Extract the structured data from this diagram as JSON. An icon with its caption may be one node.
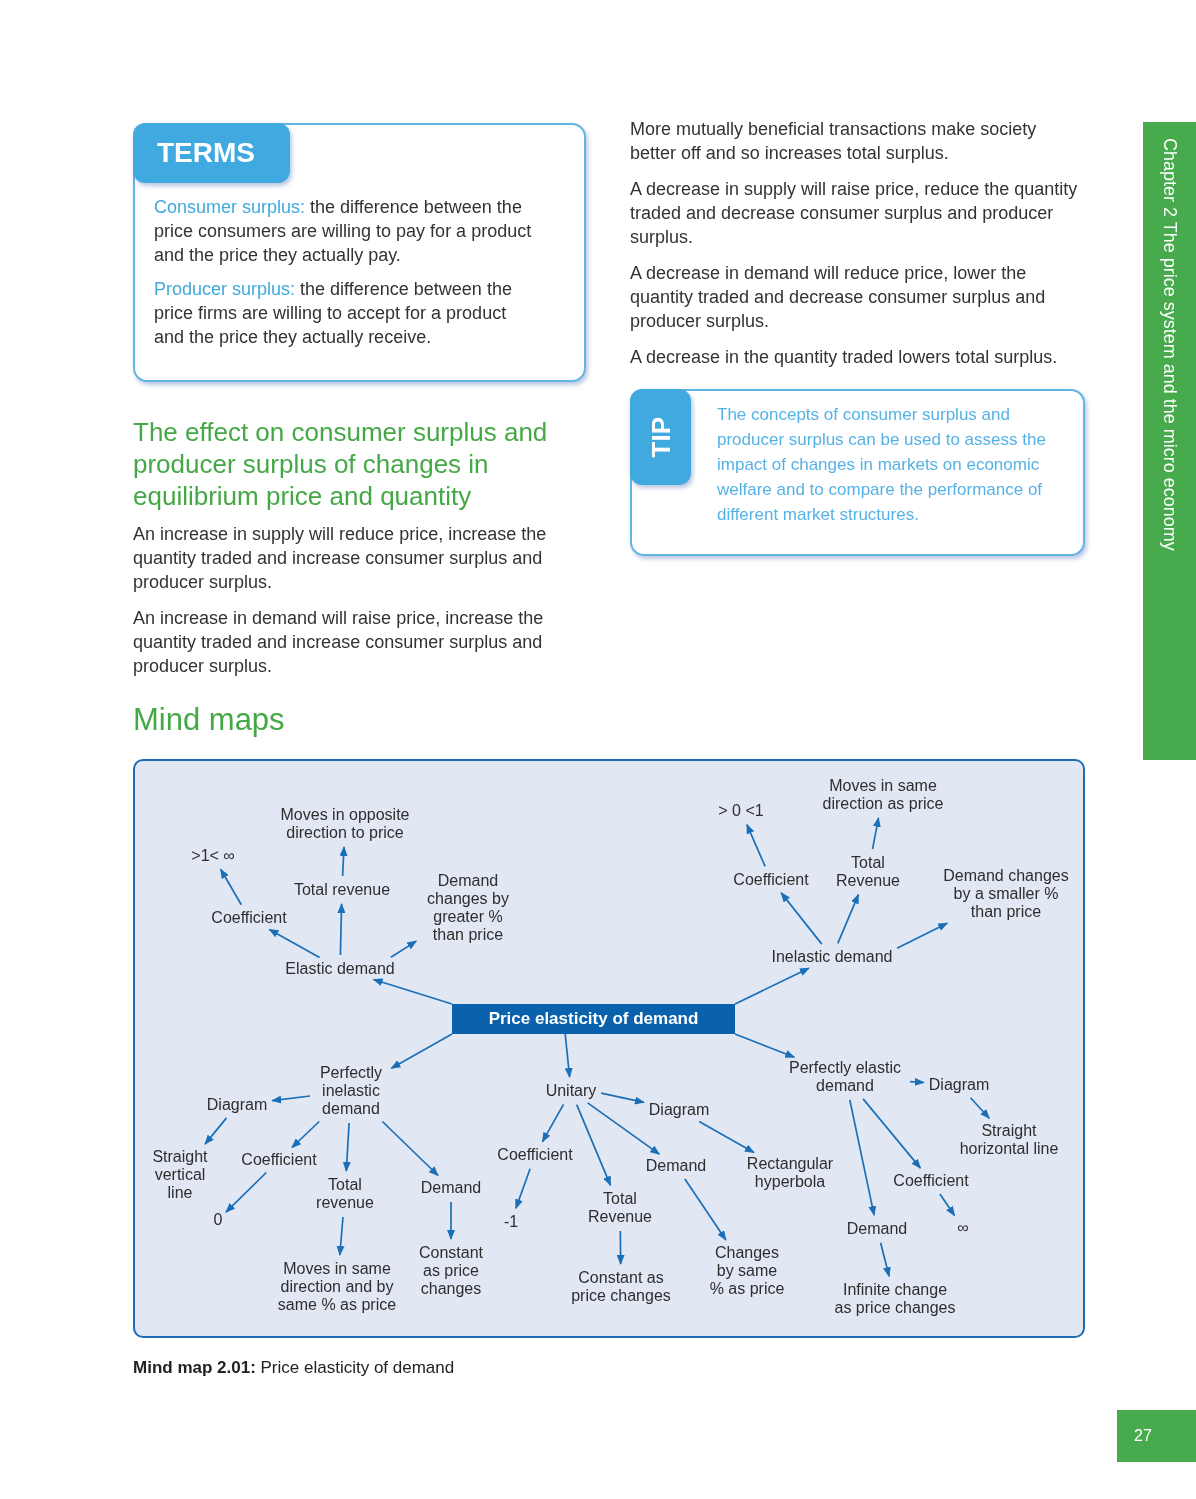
{
  "diagram": {
    "title": "Mind maps",
    "caption": "**Mind map 2.01:** Price elasticity of demand",
    "nodes": [
      {
        "text": [
          "TERMS",
          "**Consumer surplus:** the difference between the price consumers are willing to pay for a product and the price they actually pay.",
          "**Producer surplus:** the difference between the price firms are willing to accept for a product and the price they actually receive."
        ]
      },
      {
        "text": [
          "TIP",
          "The concepts of consumer surplus and producer surplus can be used to assess the impact of changes in markets on economic welfare and to compare the performance of different market structures."
        ]
      },
      {
        "text": [
          "Chapter 2 The price system and the micro economy"
        ]
      },
      {
        "text": [],
        "shape": "box"
      },
      {
        "text": [
          "Price elasticity of demand"
        ],
        "in": 3
      },
      {
        "text": [
          "Elastic demand"
        ],
        "in": 3
      },
      {
        "text": [
          "Coefficient"
        ],
        "in": 3
      },
      {
        "text": [
          ">1< ∞"
        ],
        "in": 3
      },
      {
        "text": [
          "Total revenue"
        ],
        "in": 3
      },
      {
        "text": [
          "Moves in opposite direction to price"
        ],
        "in": 3
      },
      {
        "text": [
          "Demand changes by greater % than price"
        ],
        "in": 3
      },
      {
        "text": [
          "Inelastic demand"
        ],
        "in": 3
      },
      {
        "text": [
          "Coefficient"
        ],
        "in": 3
      },
      {
        "text": [
          "> 0 <1"
        ],
        "in": 3
      },
      {
        "text": [
          "Total Revenue"
        ],
        "in": 3
      },
      {
        "text": [
          "Moves in same direction as price"
        ],
        "in": 3
      },
      {
        "text": [
          "Demand changes by a smaller % than price"
        ],
        "in": 3
      },
      {
        "text": [
          "Perfectly inelastic demand"
        ],
        "in": 3
      },
      {
        "text": [
          "Diagram"
        ],
        "in": 3
      },
      {
        "text": [
          "Straight vertical line"
        ],
        "in": 3
      },
      {
        "text": [
          "Coefficient"
        ],
        "in": 3
      },
      {
        "text": [
          "0"
        ],
        "in": 3
      },
      {
        "text": [
          "Total revenue"
        ],
        "in": 3
      },
      {
        "text": [
          "Moves in same direction and by same % as price"
        ],
        "in": 3
      },
      {
        "text": [
          "Demand"
        ],
        "in": 3
      },
      {
        "text": [
          "Constant as price changes"
        ],
        "in": 3
      },
      {
        "text": [
          "Unitary"
        ],
        "in": 3
      },
      {
        "text": [
          "Diagram"
        ],
        "in": 3
      },
      {
        "text": [
          "Rectangular hyperbola"
        ],
        "in": 3
      },
      {
        "text": [
          "Coefficient"
        ],
        "in": 3
      },
      {
        "text": [
          "-1"
        ],
        "in": 3
      },
      {
        "text": [
          "Total Revenue"
        ],
        "in": 3
      },
      {
        "text": [
          "Constant as price changes"
        ],
        "in": 3
      },
      {
        "text": [
          "Demand"
        ],
        "in": 3
      },
      {
        "text": [
          "Changes by same % as price"
        ],
        "in": 3
      },
      {
        "text": [
          "Perfectly elastic demand"
        ],
        "in": 3
      },
      {
        "text": [
          "Diagram"
        ],
        "in": 3
      },
      {
        "text": [
          "Straight horizontal line"
        ],
        "in": 3
      },
      {
        "text": [
          "Coefficient"
        ],
        "in": 3
      },
      {
        "text": [
          "∞"
        ],
        "in": 3
      },
      {
        "text": [
          "Demand"
        ],
        "in": 3
      },
      {
        "text": [
          "Infinite change as price changes"
        ],
        "in": 3
      },
      {
        "text": [
          "27"
        ]
      }
    ],
    "edges": [
      {
        "from": 4,
        "to": 5,
        "arrow": "to"
      },
      {
        "from": 5,
        "to": 6,
        "arrow": "to"
      },
      {
        "from": 6,
        "to": 7,
        "arrow": "to"
      },
      {
        "from": 5,
        "to": 8,
        "arrow": "to"
      },
      {
        "from": 8,
        "to": 9,
        "arrow": "to"
      },
      {
        "from": 5,
        "to": 10,
        "arrow": "to"
      },
      {
        "from": 4,
        "to": 11,
        "arrow": "to"
      },
      {
        "from": 11,
        "to": 12,
        "arrow": "to"
      },
      {
        "from": 12,
        "to": 13,
        "arrow": "to"
      },
      {
        "from": 11,
        "to": 14,
        "arrow": "to"
      },
      {
        "from": 14,
        "to": 15,
        "arrow": "to"
      },
      {
        "from": 11,
        "to": 16,
        "arrow": "to"
      },
      {
        "from": 4,
        "to": 17,
        "arrow": "to"
      },
      {
        "from": 17,
        "to": 18,
        "arrow": "to"
      },
      {
        "from": 18,
        "to": 19,
        "arrow": "to"
      },
      {
        "from": 17,
        "to": 20,
        "arrow": "to"
      },
      {
        "from": 20,
        "to": 21,
        "arrow": "to"
      },
      {
        "from": 17,
        "to": 22,
        "arrow": "to"
      },
      {
        "from": 22,
        "to": 23,
        "arrow": "to"
      },
      {
        "from": 17,
        "to": 24,
        "arrow": "to"
      },
      {
        "from": 24,
        "to": 25,
        "arrow": "to"
      },
      {
        "from": 4,
        "to": 26,
        "arrow": "to"
      },
      {
        "from": 26,
        "to": 27,
        "arrow": "to"
      },
      {
        "from": 27,
        "to": 28,
        "arrow": "to"
      },
      {
        "from": 26,
        "to": 29,
        "arrow": "to"
      },
      {
        "from": 29,
        "to": 30,
        "arrow": "to"
      },
      {
        "from": 26,
        "to": 31,
        "arrow": "to"
      },
      {
        "from": 31,
        "to": 32,
        "arrow": "to"
      },
      {
        "from": 26,
        "to": 33,
        "arrow": "to"
      },
      {
        "from": 33,
        "to": 34,
        "arrow": "to"
      },
      {
        "from": 4,
        "to": 35,
        "arrow": "to"
      },
      {
        "from": 35,
        "to": 36,
        "arrow": "to"
      },
      {
        "from": 36,
        "to": 37,
        "arrow": "to"
      },
      {
        "from": 35,
        "to": 38,
        "arrow": "to"
      },
      {
        "from": 38,
        "to": 39,
        "arrow": "to"
      },
      {
        "from": 35,
        "to": 40,
        "arrow": "to"
      },
      {
        "from": 40,
        "to": 41,
        "arrow": "to"
      }
    ],
    "labels": [
      "The effect on consumer surplus and producer surplus of changes in equilibrium price and quantity",
      "An increase in supply will reduce price, increase the quantity traded and increase consumer surplus and producer surplus.",
      "An increase in demand will raise price, increase the quantity traded and increase consumer surplus and producer surplus.",
      "More mutually beneficial transactions make society better off and so increases total surplus.",
      "A decrease in supply will raise price, reduce the quantity traded and decrease consumer surplus and producer surplus.",
      "A decrease in demand will reduce price, lower the quantity traded and decrease consumer surplus and producer surplus.",
      "A decrease in the quantity traded lowers total surplus."
    ]
  }
}
